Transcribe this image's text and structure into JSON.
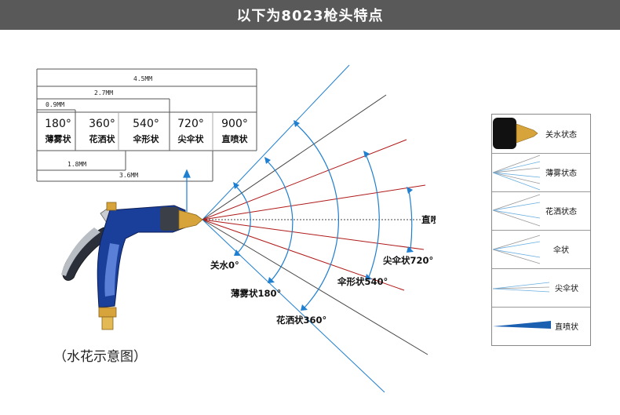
{
  "header": {
    "title": "以下为8023枪头特点"
  },
  "dimension_table": {
    "widths": [
      "4.5MM",
      "2.7MM",
      "0.9MM",
      "1.8MM",
      "3.6MM"
    ],
    "modes": [
      {
        "angle": "180°",
        "name": "薄雾状"
      },
      {
        "angle": "360°",
        "name": "花洒状"
      },
      {
        "angle": "540°",
        "name": "伞形状"
      },
      {
        "angle": "720°",
        "name": "尖伞状"
      },
      {
        "angle": "900°",
        "name": "直喷状"
      }
    ]
  },
  "spray_labels": {
    "off": "关水0°",
    "mist": "薄雾状180°",
    "shower": "花洒状360°",
    "umbrella": "伞形状540°",
    "pointed": "尖伞状720°",
    "straight": "直喷"
  },
  "caption": "（水花示意图）",
  "legend": [
    {
      "label": "关水状态"
    },
    {
      "label": "薄雾状态"
    },
    {
      "label": "花洒状态"
    },
    {
      "label": "伞状"
    },
    {
      "label": "尖伞状"
    },
    {
      "label": "直喷状"
    }
  ],
  "colors": {
    "banner": "#595959",
    "blue": "#1f7fd0",
    "red": "#b01818",
    "gray": "#555555",
    "gun_blue": "#1a3f9a",
    "brass": "#d7a43c"
  }
}
